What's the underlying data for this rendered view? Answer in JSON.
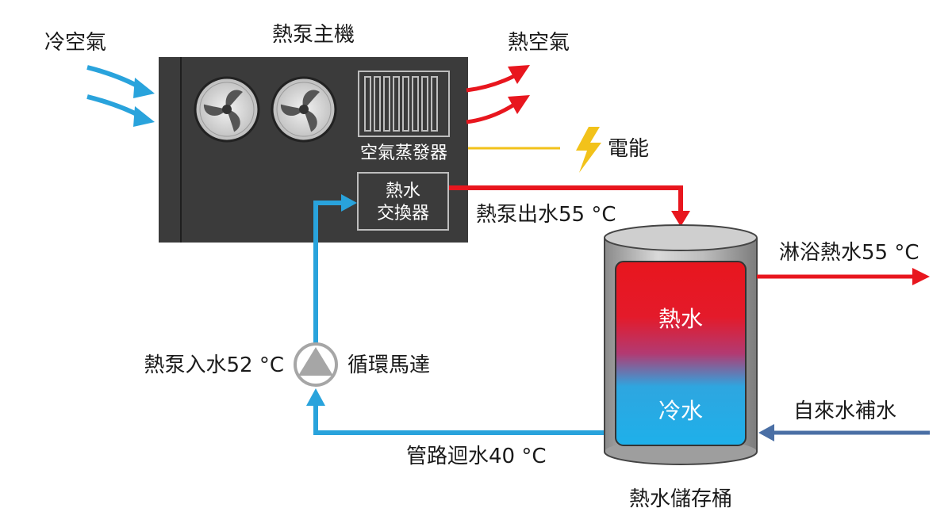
{
  "labels": {
    "cold_air": "冷空氣",
    "heat_pump_unit": "熱泵主機",
    "hot_air": "熱空氣",
    "evaporator": "空氣蒸發器",
    "electricity": "電能",
    "heat_exchanger_line1": "熱水",
    "heat_exchanger_line2": "交換器",
    "pump_outlet": "熱泵出水55 °C",
    "shower_water": "淋浴熱水55 °C",
    "tank_hot": "熱水",
    "tank_cold": "冷水",
    "pump_inlet": "熱泵入水52 °C",
    "circulation_pump": "循環馬達",
    "makeup_water": "自來水補水",
    "return_water": "管路迴水40 °C",
    "storage_tank": "熱水儲存桶"
  },
  "colors": {
    "hot": "#e8161e",
    "cold": "#29a3dc",
    "makeup": "#4a6fa5",
    "electric": "#f2c21a",
    "unit_body": "#3b3b3b"
  },
  "icons": [
    "fan-icon",
    "lightning-icon",
    "pump-icon"
  ]
}
